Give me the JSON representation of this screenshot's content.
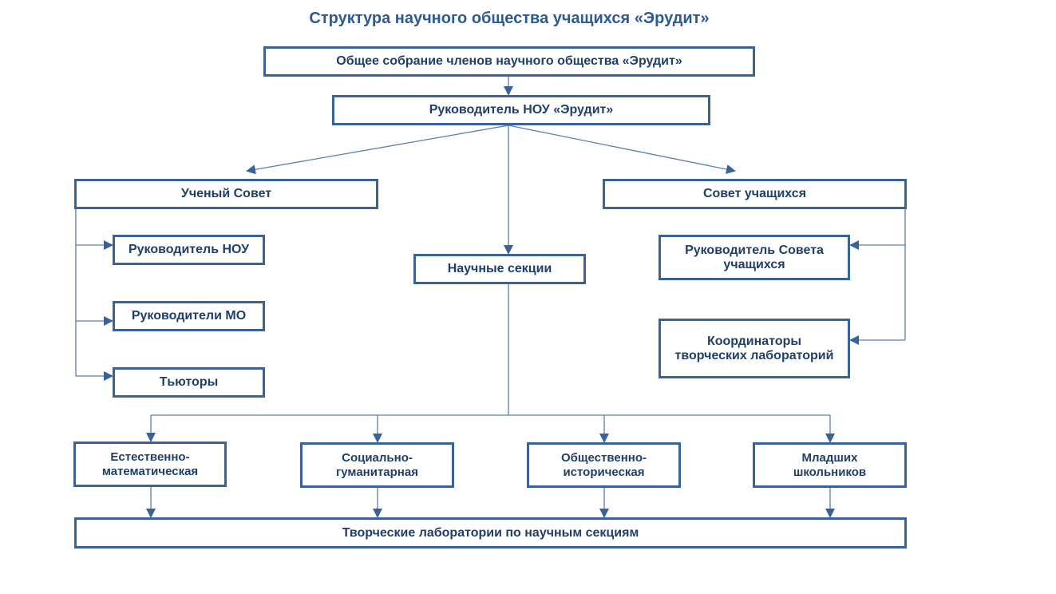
{
  "title": "Структура научного общества учащихся «Эрудит»",
  "nodes": {
    "assembly": "Общее собрание членов научного общества «Эрудит»",
    "head": "Руководитель НОУ «Эрудит»",
    "scientific_council": "Ученый Совет",
    "student_council": "Совет учащихся",
    "head_nou": "Руководитель НОУ",
    "heads_mo": "Руководители МО",
    "tutors": "Тьюторы",
    "sections": "Научные секции",
    "student_council_head": "Руководитель Совета\nучащихся",
    "lab_coordinators": "Координаторы\nтворческих лабораторий",
    "section_natural_math": "Естественно-\nматематическая",
    "section_social_humanitarian": "Социально-\nгуманитарная",
    "section_social_historical": "Общественно-\nисторическая",
    "section_junior": "Младших\nшкольников",
    "labs": "Творческие лаборатории по научным секциям"
  },
  "colors": {
    "border": "#3b6297",
    "line": "#5a7fb0",
    "title": "#2e5a8e",
    "text": "#1f3f6a"
  }
}
